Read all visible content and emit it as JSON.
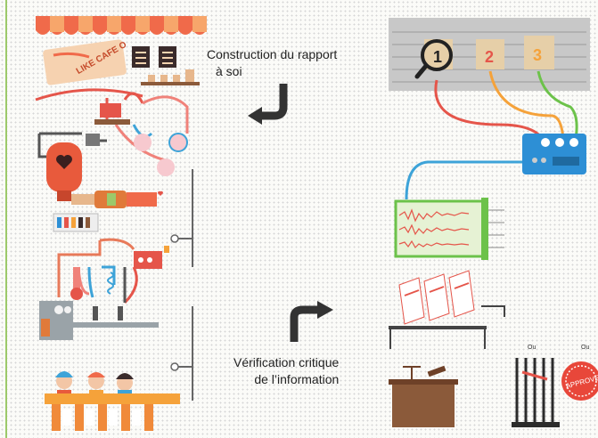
{
  "labels": {
    "top_line1": "Construction du rapport",
    "top_line2": "à soi",
    "bottom_line1": "Vérification critique",
    "bottom_line2": "de l’information"
  },
  "illustration_text": {
    "cafe_sign": "LIKE CAFE O",
    "lineup_numbers": [
      "1",
      "2",
      "3"
    ],
    "ou_left": "Ou",
    "ou_right": "Ou",
    "stamp": "APPROVED"
  },
  "colors": {
    "arrow": "#333333",
    "awning_red": "#f06a4a",
    "awning_orange": "#f7a66b",
    "wire_red": "#e5554a",
    "wire_blue": "#3da3d8",
    "wire_green": "#6cc24a",
    "wire_orange": "#f5a23a",
    "device_blue": "#2d8fd5",
    "stamp_red": "#e8473a"
  }
}
